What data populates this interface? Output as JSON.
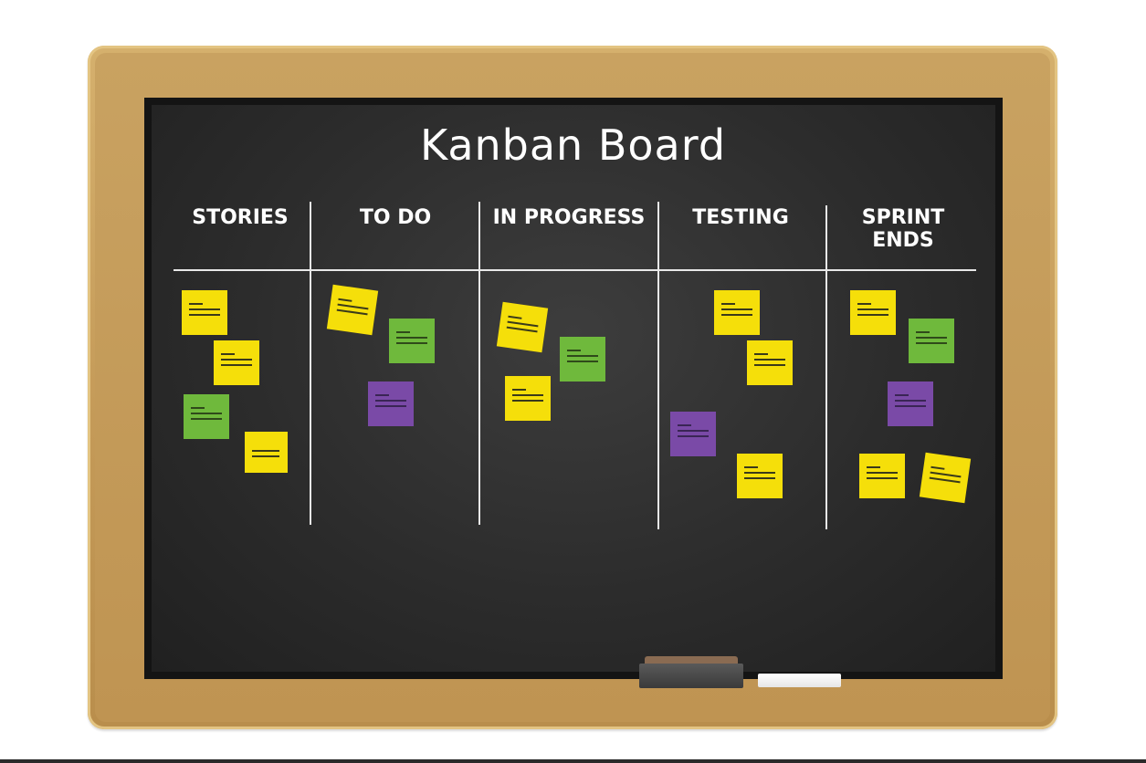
{
  "board": {
    "title": "Kanban Board",
    "columns": [
      {
        "label": "STORIES"
      },
      {
        "label": "TO DO"
      },
      {
        "label": "IN PROGRESS"
      },
      {
        "label": "TESTING"
      },
      {
        "label": "SPRINT ENDS"
      }
    ]
  },
  "colors": {
    "frame": "#c49a58",
    "chalkboard": "#2c2c2c",
    "note_yellow": "#f5df0a",
    "note_green": "#6fb93c",
    "note_purple": "#7a4aa7"
  },
  "notes": {
    "stories": [
      "yellow",
      "yellow",
      "green",
      "yellow"
    ],
    "todo": [
      "yellow",
      "green",
      "purple"
    ],
    "in_progress": [
      "yellow",
      "green",
      "yellow"
    ],
    "testing": [
      "yellow",
      "yellow",
      "purple",
      "yellow"
    ],
    "sprint_ends": [
      "yellow",
      "green",
      "purple",
      "yellow",
      "yellow"
    ]
  },
  "accessories": {
    "eraser": "eraser-icon",
    "chalk": "chalk-icon"
  }
}
